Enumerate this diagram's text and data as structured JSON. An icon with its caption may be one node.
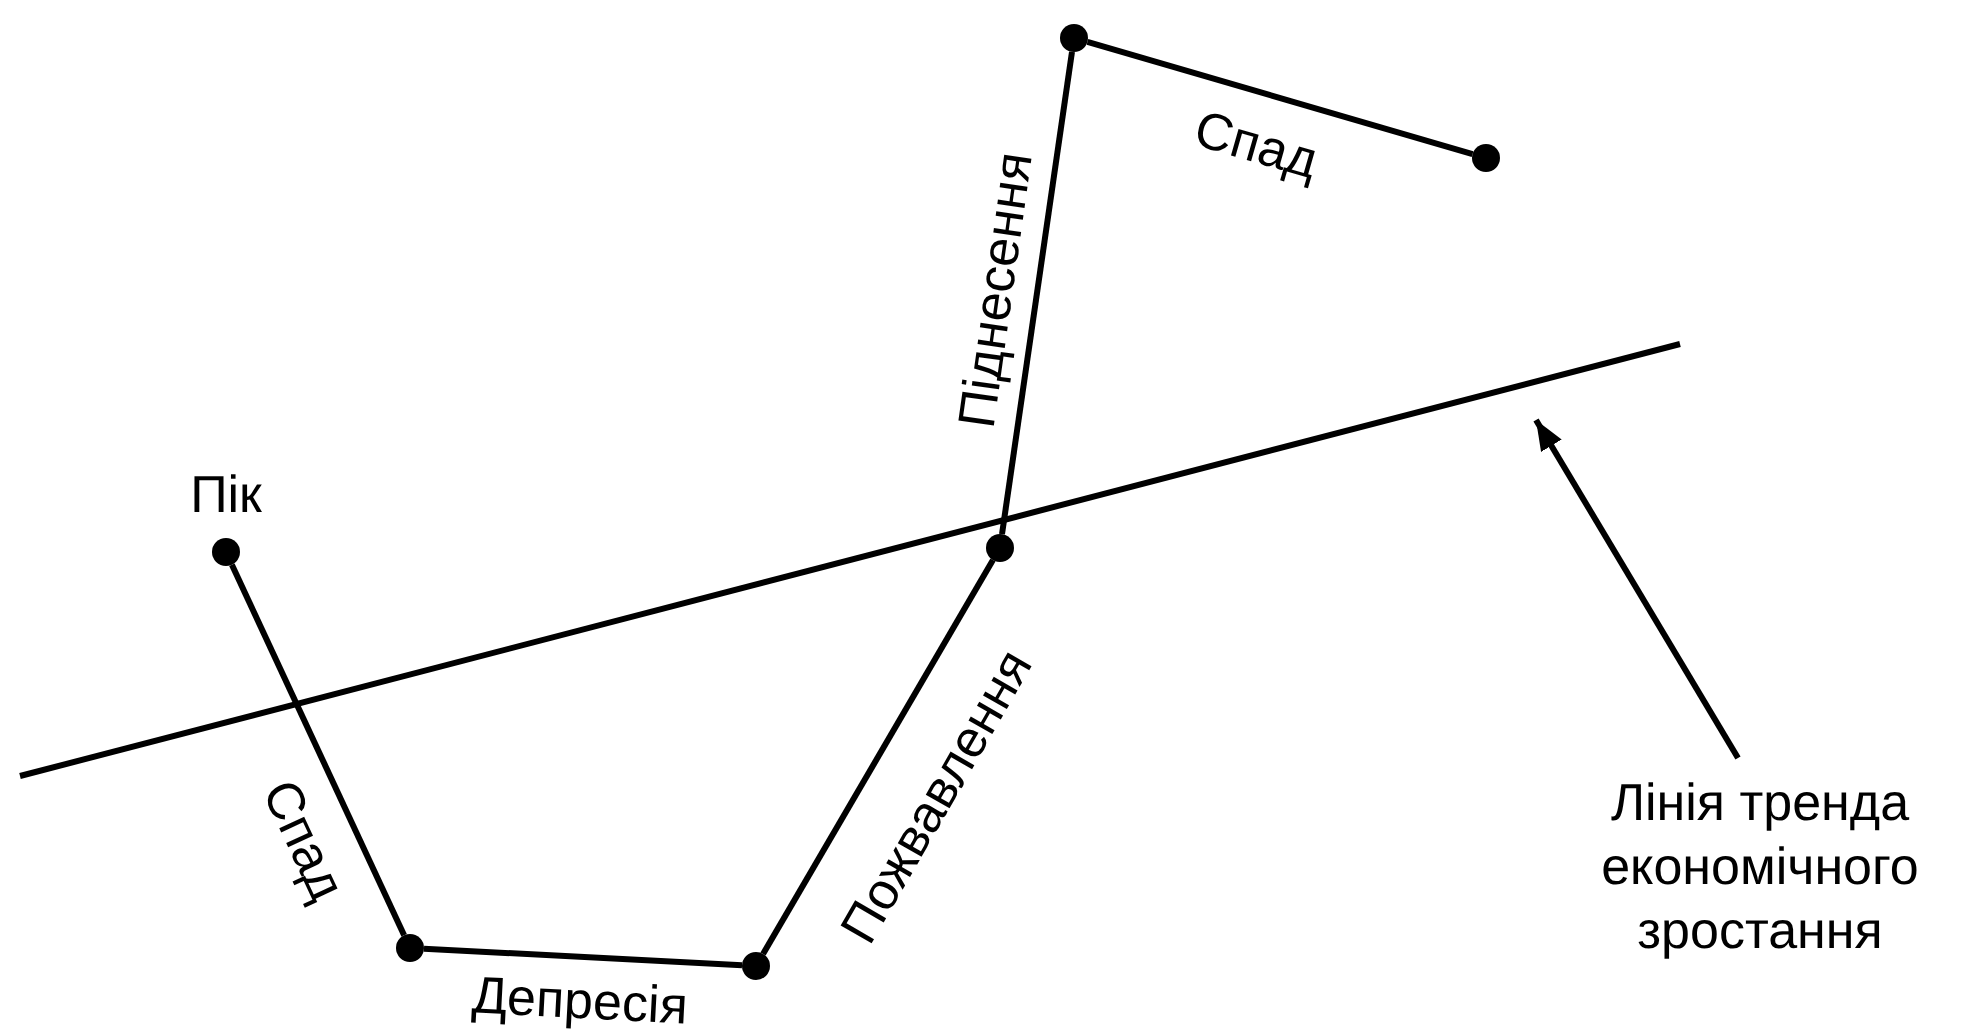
{
  "diagram": {
    "nodes": [
      {
        "text": [],
        "shape": "circle",
        "beside": [
          "Пік"
        ]
      },
      {
        "text": [],
        "shape": "circle"
      },
      {
        "text": [],
        "shape": "circle"
      },
      {
        "text": [],
        "shape": "circle"
      },
      {
        "text": [],
        "shape": "circle"
      },
      {
        "text": [],
        "shape": "circle"
      },
      {
        "text": [
          "Лінія тренда економічного зростання"
        ]
      }
    ],
    "edges": [
      {
        "from": 0,
        "to": 1,
        "arrow": "none",
        "label": "Спад"
      },
      {
        "from": 1,
        "to": 2,
        "arrow": "none",
        "label": "Депресія"
      },
      {
        "from": 2,
        "to": 3,
        "arrow": "none",
        "label": "Пожвавлення"
      },
      {
        "from": 3,
        "to": 4,
        "arrow": "none",
        "label": "Піднесення"
      },
      {
        "from": 4,
        "to": 5,
        "arrow": "none",
        "label": "Спад"
      },
      {
        "from": 6,
        "to": null,
        "arrow": "to"
      }
    ]
  }
}
